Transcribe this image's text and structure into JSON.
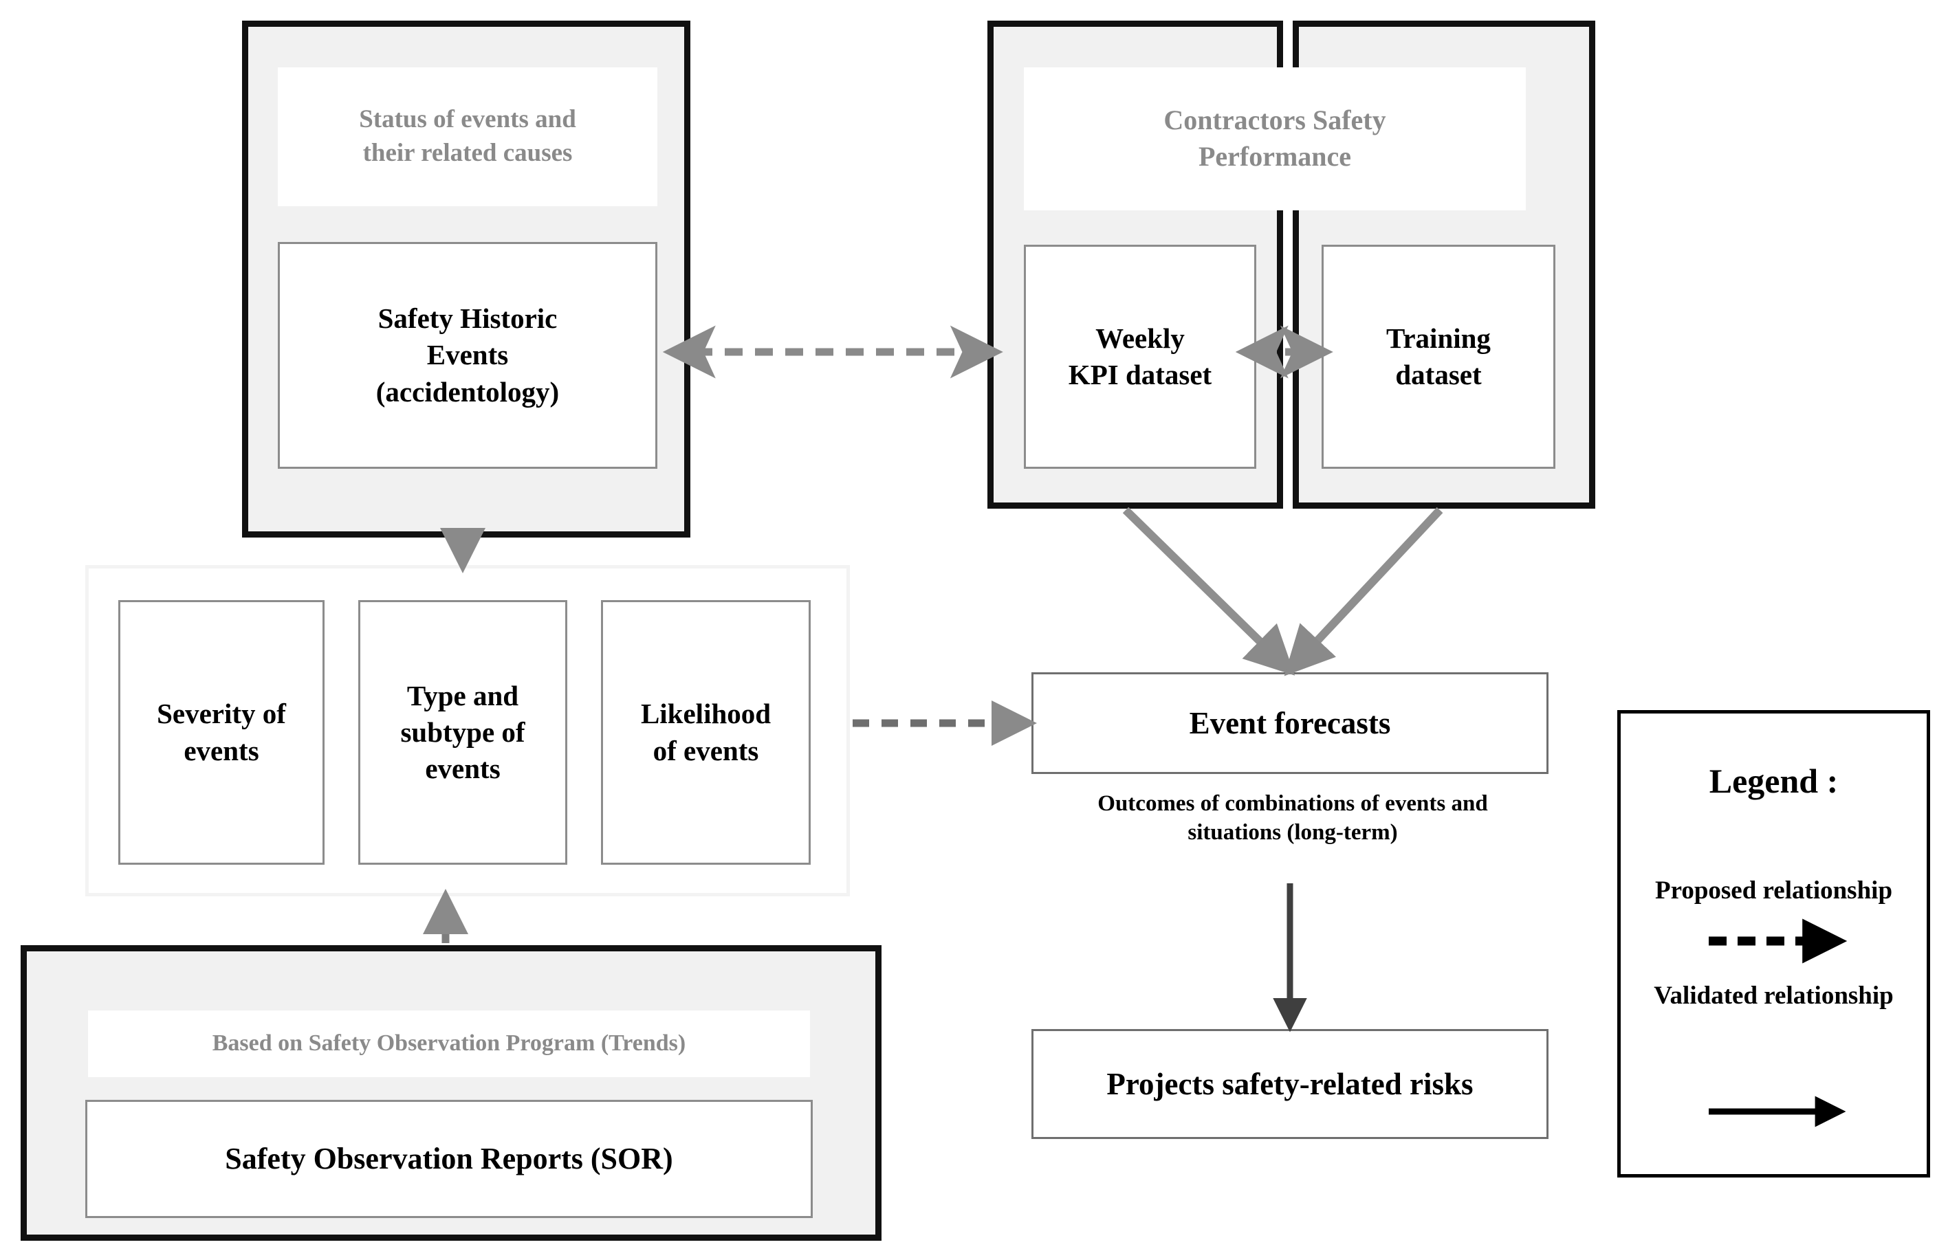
{
  "diagram": {
    "title_present": false,
    "colors": {
      "frame_black": "#111111",
      "panel_fill": "#f1f1f1",
      "node_border": "#8c8c8c",
      "caption_text": "#8a8a8a",
      "arrow_gray": "#8a8a8a",
      "arrow_dark": "#4d4d4d",
      "arrow_black": "#000000",
      "background": "#ffffff"
    }
  },
  "groups": {
    "historic_events": {
      "caption": "Status of events and\ntheir related causes",
      "caption_line1": "Status of events and",
      "caption_line2": "their related causes",
      "node_line1": "Safety Historic",
      "node_line2": "Events",
      "node_line3": "(accidentology)",
      "node_label": "Safety Historic Events (accidentology)"
    },
    "contractors": {
      "caption_line1": "Contractors Safety",
      "caption_line2": "Performance",
      "caption": "Contractors Safety Performance",
      "left_node_line1": "Weekly",
      "left_node_line2": "KPI dataset",
      "left_node_label": "Weekly KPI dataset",
      "right_node_line1": "Training",
      "right_node_line2": "dataset",
      "right_node_label": "Training dataset"
    },
    "event_attributes": {
      "boxes": [
        {
          "line1": "Severity of",
          "line2": "events",
          "line3": "",
          "label": "Severity of events"
        },
        {
          "line1": "Type and",
          "line2": "subtype of",
          "line3": "events",
          "label": "Type and subtype of events"
        },
        {
          "line1": "Likelihood",
          "line2": "of events",
          "line3": "",
          "label": "Likelihood of events"
        }
      ]
    },
    "observation": {
      "caption": "Based on Safety Observation  Program (Trends)",
      "node_label": "Safety Observation Reports (SOR)"
    }
  },
  "outputs": {
    "event_forecasts": {
      "label": "Event forecasts",
      "sub_line1": "Outcomes of combinations of events and",
      "sub_line2": "situations (long-term)",
      "subtitle": "Outcomes of combinations of events and situations (long-term)"
    },
    "projects_risks": {
      "label": "Projects safety-related risks"
    }
  },
  "legend": {
    "title": "Legend :",
    "items": [
      {
        "label": "Proposed relationship",
        "style": "dashed-arrow"
      },
      {
        "label": "Validated relationship",
        "style": "solid-arrow"
      }
    ]
  }
}
